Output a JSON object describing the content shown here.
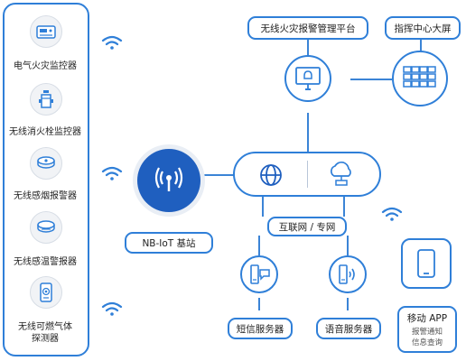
{
  "devices": [
    {
      "label": "电气火灾监控器",
      "icon": "electrical-fire-monitor-icon"
    },
    {
      "label": "无线消火栓监控器",
      "icon": "fire-hydrant-monitor-icon"
    },
    {
      "label": "无线感烟报警器",
      "icon": "smoke-alarm-icon"
    },
    {
      "label": "无线感温警报器",
      "icon": "heat-alarm-icon"
    },
    {
      "label_line1": "无线可燃气体",
      "label_line2": "探测器",
      "icon": "gas-detector-icon"
    }
  ],
  "base_station": {
    "label": "NB-IoT 基站"
  },
  "platform": {
    "label": "无线火灾报警管理平台"
  },
  "command_screen": {
    "label": "指挥中心大屏"
  },
  "network": {
    "label": "互联网 / 专网"
  },
  "sms_server": {
    "label": "短信服务器"
  },
  "voice_server": {
    "label": "语音服务器"
  },
  "mobile_app": {
    "title": "移动 APP",
    "line1": "报警通知",
    "line2": "信息查询"
  },
  "colors": {
    "accent": "#2f7fd8",
    "dark_blue": "#1f5fbf",
    "icon_bg": "#f1f3f6"
  }
}
